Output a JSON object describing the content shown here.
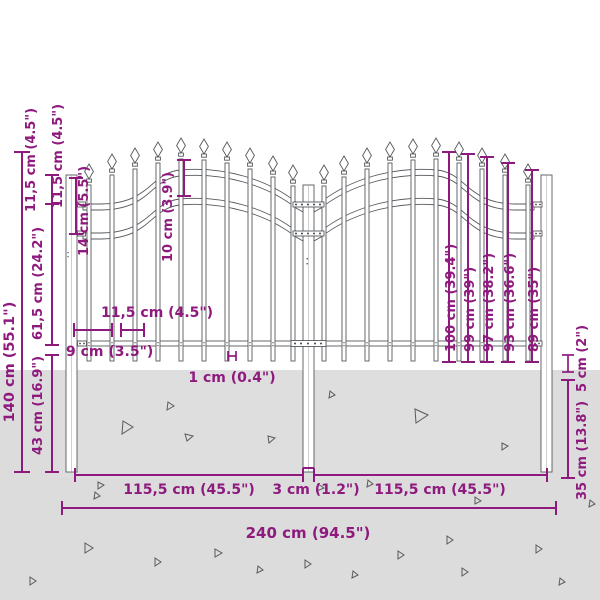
{
  "drawing": {
    "title": "Garden gate technical dimension drawing",
    "units": "cm / inches",
    "accent_color": "#8E1A7E",
    "line_color": "#4a4a4a",
    "ground_color": "#dcdcdc",
    "background_color": "#ffffff"
  },
  "dimensions": {
    "total_height": "140 cm (55.1\")",
    "above_ground_height": "61,5 cm (24.2\")",
    "below_ground_depth": "43 cm (16.9\")",
    "top_rail_gap": "11,5 cm (4.5\")",
    "rail_spacing": "14 cm (5.5\")",
    "arch_rise": "10 cm (3.9\")",
    "picket_spacing": "11,5 cm (4.5\")",
    "edge_offset": "9 cm (3.5\")",
    "picket_thickness": "1 cm (0.4\")",
    "post_cap_height": "5 cm (2\")",
    "post_below_ground": "35 cm (13.8\")",
    "leaf_width_left": "115,5 cm (45.5\")",
    "center_gap": "3 cm (1.2\")",
    "leaf_width_right": "115,5 cm (45.5\")",
    "total_width": "240 cm (94.5\")"
  },
  "picket_heights": [
    "100 cm (39.4\")",
    "99 cm (39\")",
    "97 cm (38.2\")",
    "93 cm (36.6\")",
    "89 cm (35\")"
  ],
  "labels": {
    "h140": "140 cm (55.1\")",
    "h115_top": "11,5 cm (4.5\")",
    "h115_second": "11,5 cm (4.5\")",
    "h14": "14 cm (5.5\")",
    "h615": "61,5 cm (24.2\")",
    "h43": "43 cm (16.9\")",
    "h10": "10 cm (3.9\")",
    "w115_spacing": "11,5 cm (4.5\")",
    "w9": "9 cm (3.5\")",
    "w1": "1 cm (0.4\")",
    "h5": "5 cm (2\")",
    "h35": "35 cm (13.8\")",
    "p100": "100 cm (39.4\")",
    "p99": "99 cm (39\")",
    "p97": "97 cm (38.2\")",
    "p93": "93 cm (36.6\")",
    "p89": "89 cm (35\")",
    "w1155_left": "115,5 cm (45.5\")",
    "w3": "3 cm (1.2\")",
    "w1155_right": "115,5 cm (45.5\")",
    "w240": "240 cm (94.5\")"
  }
}
